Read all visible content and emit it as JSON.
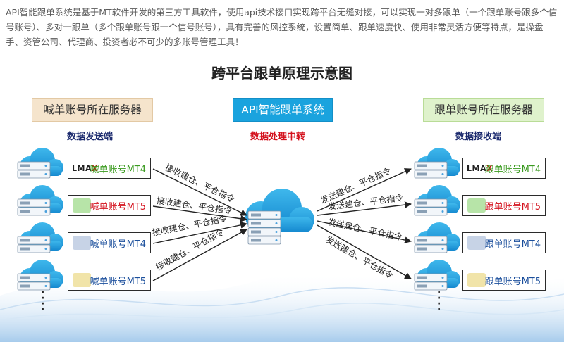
{
  "intro": "API智能跟单系统是基于MT软件开发的第三方工具软件，使用api技术接口实现跨平台无缝对接，可以实现一对多跟单（一个跟单账号跟多个信号账号）、多对一跟单（多个跟单账号跟一个信号账号），具有完善的风控系统，设置简单、跟单速度快、使用非常灵活方便等特点，是操盘手、资管公司、代理商、投资者必不可少的多账号管理工具！",
  "title": "跨平台跟单原理示意图",
  "headers": {
    "left": "喊单账号所在服务器",
    "mid": "API智能跟单系统",
    "right": "跟单账号所在服务器"
  },
  "subtitles": {
    "left": "数据发送端",
    "mid": "数据处理中转",
    "right": "数据接收端"
  },
  "logo": {
    "a": "LMA",
    "b": "X"
  },
  "left_accounts": [
    {
      "label": "喊单账号MT4",
      "color": "#3a9a1f",
      "logo": true
    },
    {
      "label": "喊单账号MT5",
      "color": "#d4111d",
      "logo": false
    },
    {
      "label": "喊单账号MT4",
      "color": "#1b4f9c",
      "logo": false
    },
    {
      "label": "喊单账号MT5",
      "color": "#1b4f9c",
      "logo": false
    }
  ],
  "right_accounts": [
    {
      "label": "跟单账号MT4",
      "color": "#3a9a1f",
      "logo": true
    },
    {
      "label": "跟单账号MT5",
      "color": "#d4111d",
      "logo": false
    },
    {
      "label": "跟单账号MT4",
      "color": "#1b4f9c",
      "logo": false
    },
    {
      "label": "跟单账号MT5",
      "color": "#1b4f9c",
      "logo": false
    }
  ],
  "left_arrow_label": "接收建仓、平仓指令",
  "right_arrow_label": "发送建仓、平仓指令"
}
